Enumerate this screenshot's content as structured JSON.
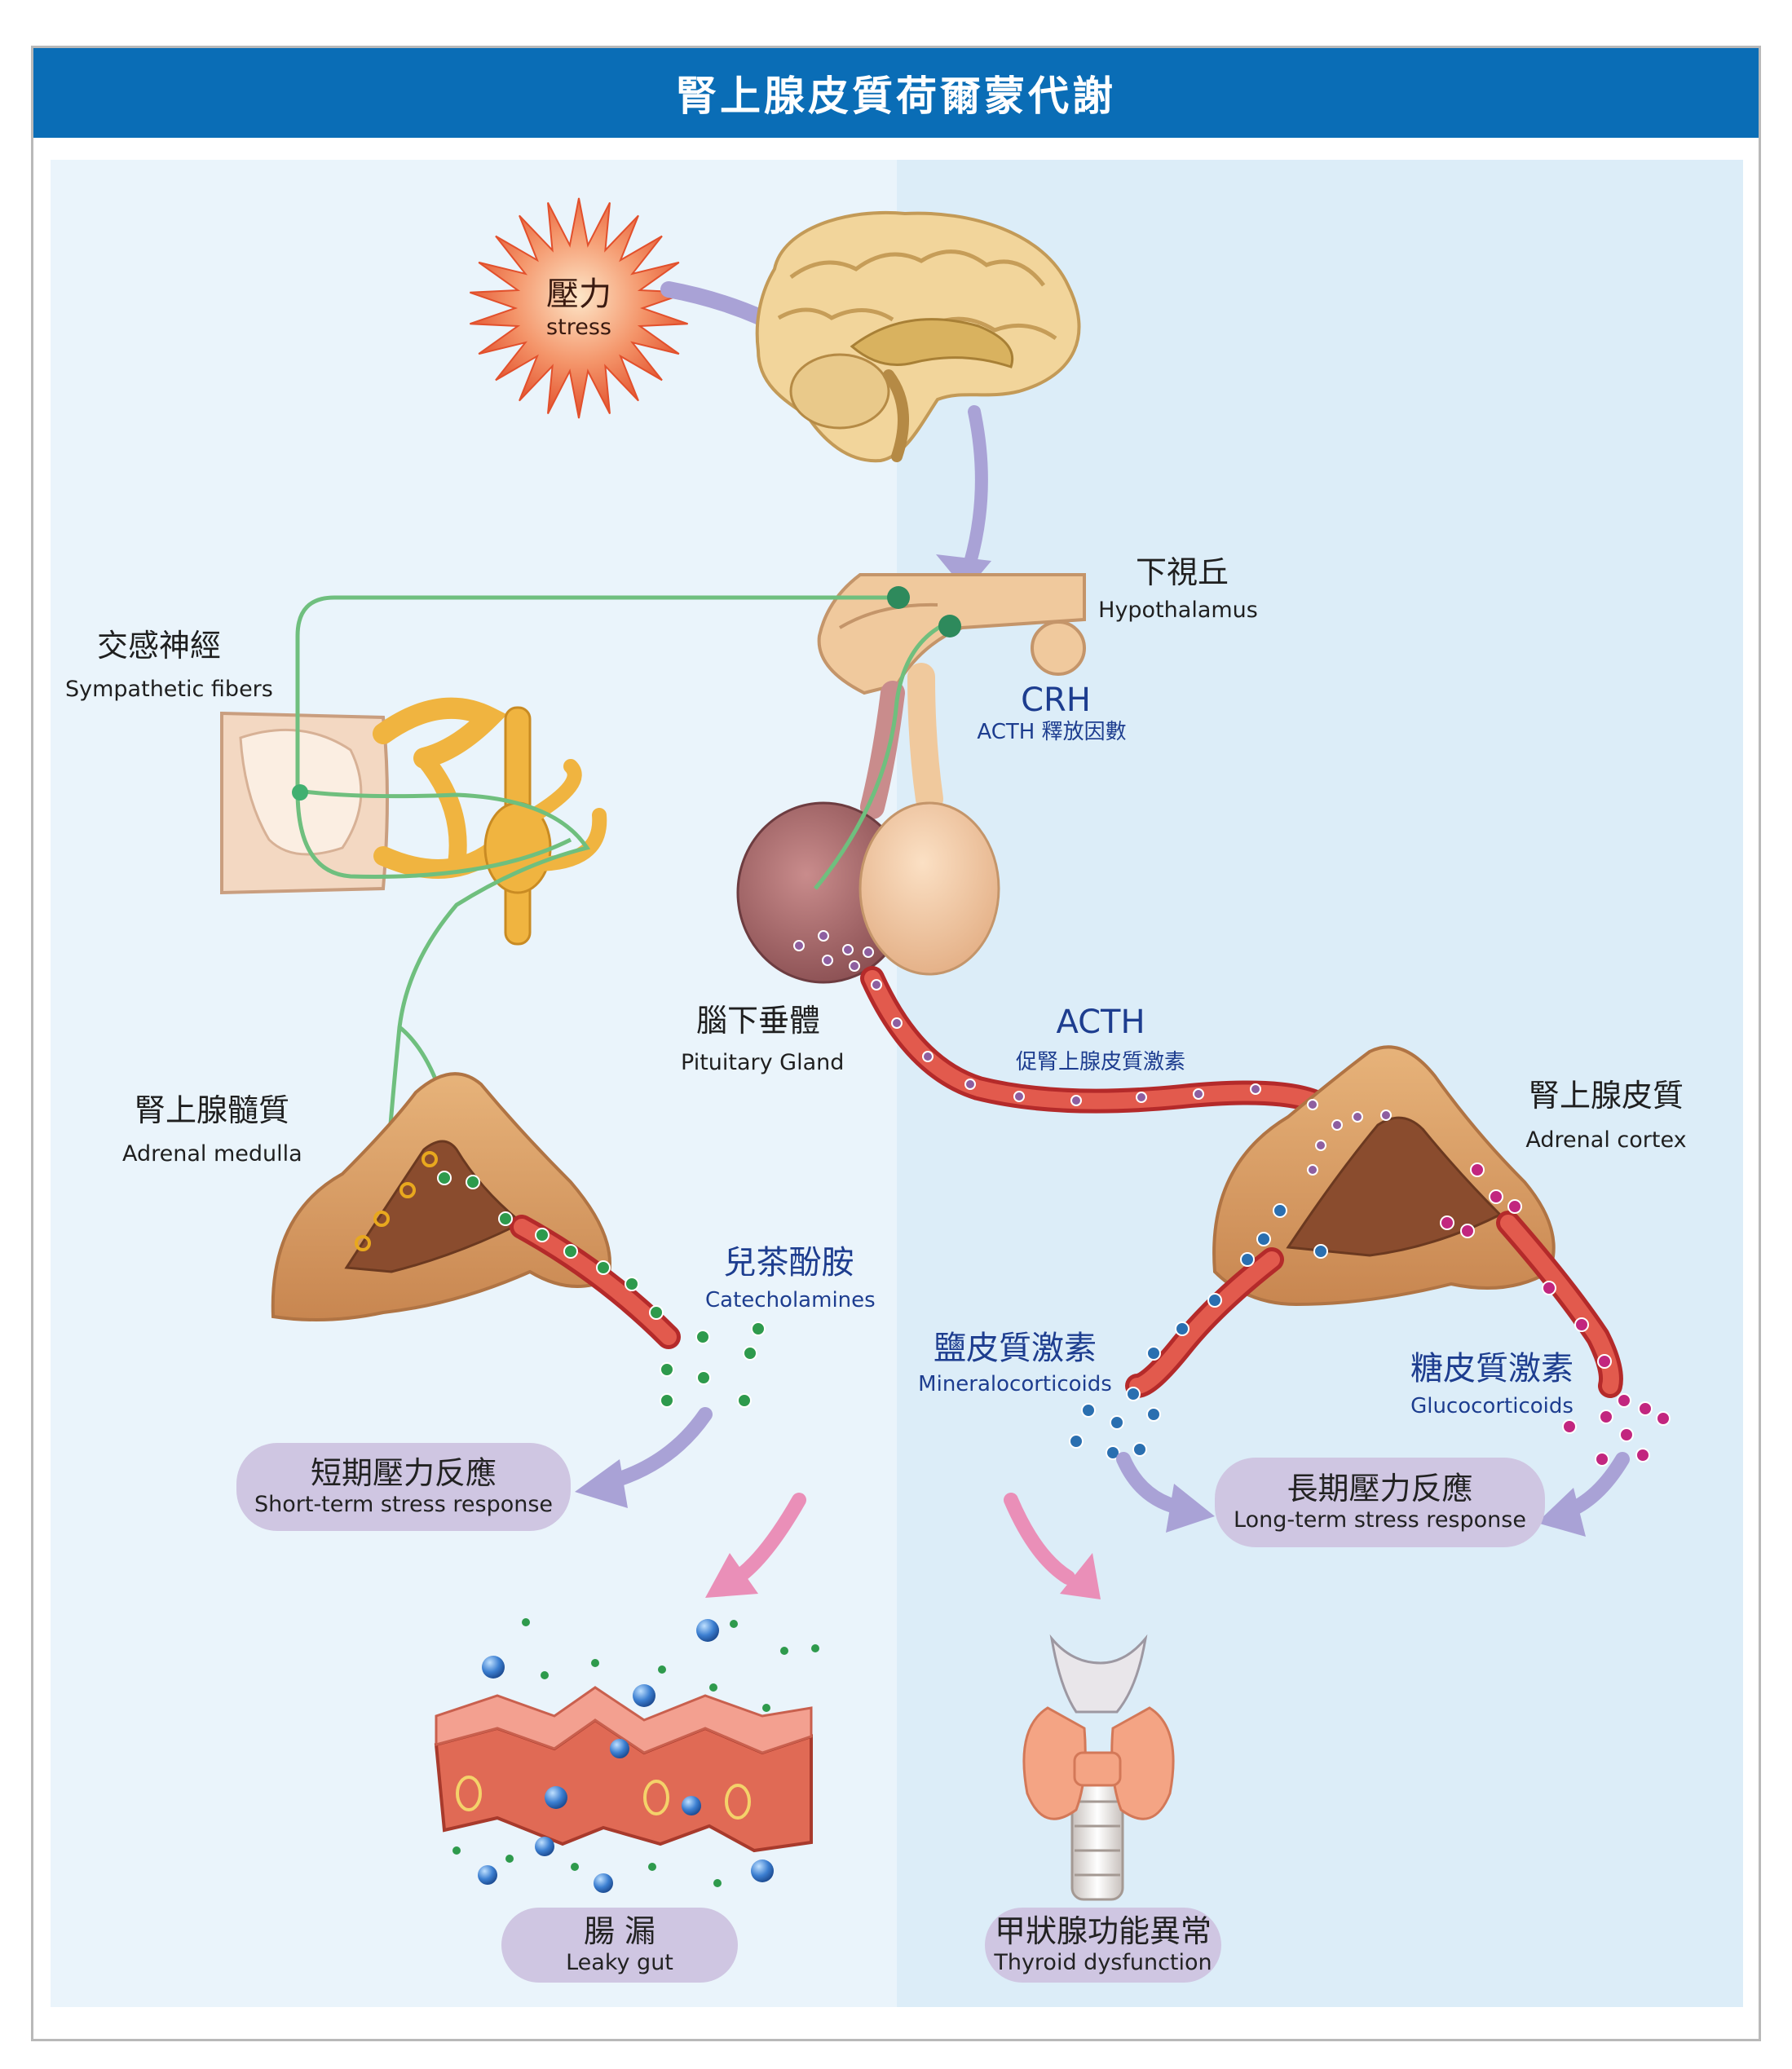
{
  "title": "腎上腺皮質荷爾蒙代謝",
  "stress": {
    "zh": "壓力",
    "en": "stress"
  },
  "hypothalamus": {
    "zh": "下視丘",
    "en": "Hypothalamus"
  },
  "crh": {
    "name": "CRH",
    "desc": "ACTH 釋放因數"
  },
  "sympathetic": {
    "zh": "交感神經",
    "en": "Sympathetic fibers"
  },
  "pituitary": {
    "zh": "腦下垂體",
    "en": "Pituitary Gland"
  },
  "acth": {
    "name": "ACTH",
    "desc": "促腎上腺皮質激素"
  },
  "adrenal_medulla": {
    "zh": "腎上腺髓質",
    "en": "Adrenal medulla"
  },
  "adrenal_cortex": {
    "zh": "腎上腺皮質",
    "en": "Adrenal cortex"
  },
  "catecholamines": {
    "zh": "兒茶酚胺",
    "en": "Catecholamines"
  },
  "mineralocorticoids": {
    "zh": "鹽皮質激素",
    "en": "Mineralocorticoids"
  },
  "glucocorticoids": {
    "zh": "糖皮質激素",
    "en": "Glucocorticoids"
  },
  "short_term": {
    "zh": "短期壓力反應",
    "en": "Short-term stress response"
  },
  "long_term": {
    "zh": "長期壓力反應",
    "en": "Long-term stress response"
  },
  "leaky_gut": {
    "zh": "腸 漏",
    "en": "Leaky gut"
  },
  "thyroid": {
    "zh": "甲狀腺功能異常",
    "en": "Thyroid dysfunction"
  },
  "colors": {
    "title_bar": "#0a6db6",
    "pill": "#cfc6e2",
    "arrow_lilac": "#a9a2d6",
    "arrow_pink": "#ea8fb8",
    "nerve": "#6fbf7e",
    "blood_vessel": "#d23a34",
    "catecholamine_dot": "#2e9a4c",
    "acth_dot": "#8e5fa0",
    "mineralocorticoid_dot": "#2a6fb0",
    "glucocorticoid_dot": "#c2267f"
  }
}
